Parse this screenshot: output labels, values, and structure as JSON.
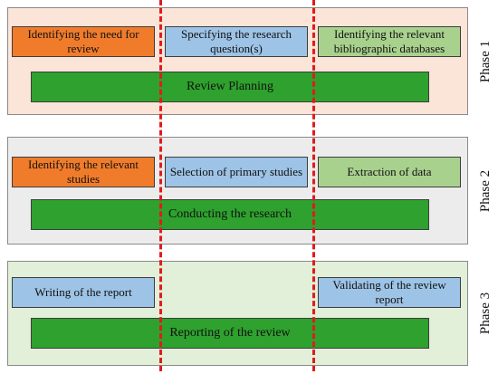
{
  "colors": {
    "panel1_bg": "#fbe4d8",
    "panel2_bg": "#ececec",
    "panel3_bg": "#e2efd9",
    "orange": "#f07c2b",
    "blue": "#9dc3e6",
    "light_green": "#a9d18e",
    "dark_green": "#2ea12e",
    "divider_red": "#e01b1b"
  },
  "phases": [
    {
      "label": "Phase 1",
      "steps": [
        "Identifying  the need for review",
        "Specifying  the research question(s)",
        "Identifying  the relevant bibliographic databases"
      ],
      "bar": "Review Planning"
    },
    {
      "label": "Phase 2",
      "steps": [
        "Identifying  the relevant studies",
        "Selection of primary studies",
        "Extraction of data"
      ],
      "bar": "Conducting the research"
    },
    {
      "label": "Phase 3",
      "steps": [
        "Writing of the report",
        "Validating of the review report"
      ],
      "bar": "Reporting of the review"
    }
  ]
}
